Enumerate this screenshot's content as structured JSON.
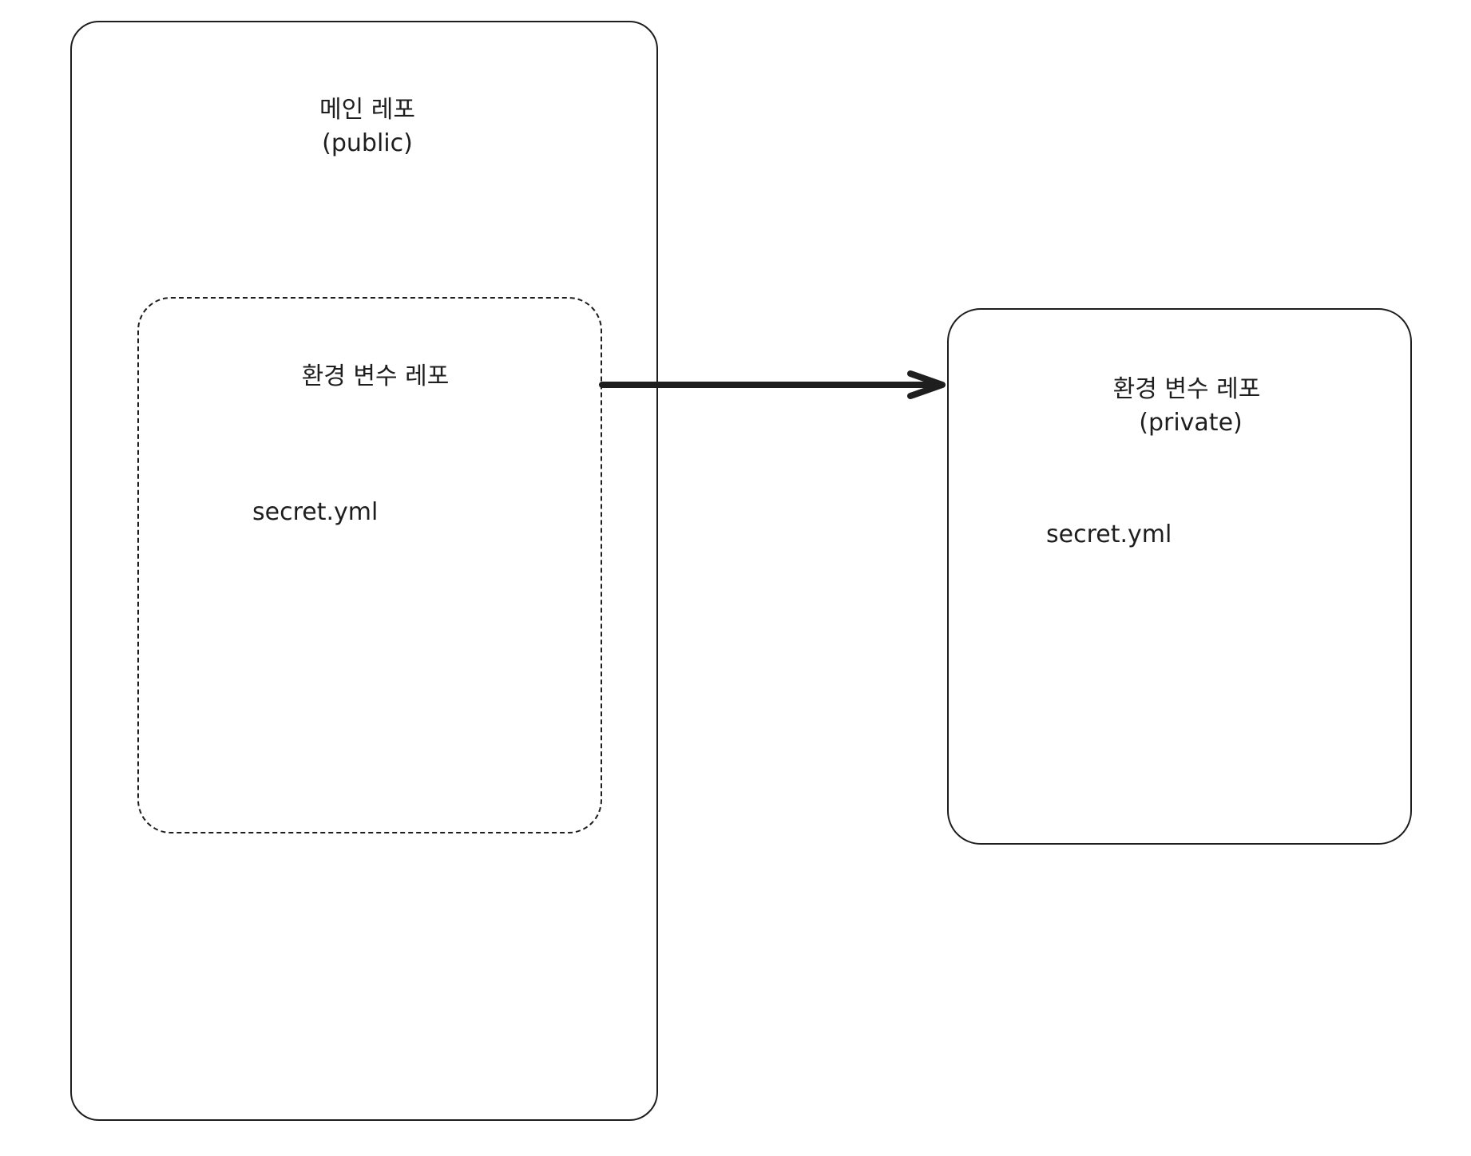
{
  "main_repo": {
    "title": "메인 레포",
    "subtitle": "(public)",
    "inner_env": {
      "title": "환경 변수 레포",
      "file": "secret.yml"
    }
  },
  "private_repo": {
    "title": "환경 변수 레포",
    "subtitle": "(private)",
    "file": "secret.yml"
  },
  "colors": {
    "stroke": "#1e1e1e",
    "background": "#ffffff"
  }
}
